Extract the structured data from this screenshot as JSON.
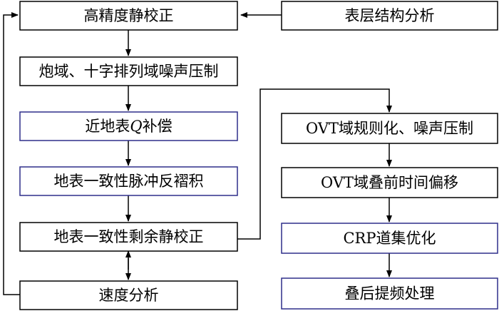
{
  "nodes": {
    "static_correction": "高精度静校正",
    "surface_structure": "表层结构分析",
    "noise_suppression": "炮域、十字排列域噪声压制",
    "q_compensation_prefix": "近地表",
    "q_compensation_symbol": "Q",
    "q_compensation_suffix": "补偿",
    "surface_deconvolution": "地表一致性脉冲反褶积",
    "residual_static": "地表一致性剩余静校正",
    "velocity_analysis": "速度分析",
    "ovt_regularization": "OVT域规则化、噪声压制",
    "ovt_migration": "OVT域叠前时间偏移",
    "crp_optimization": "CRP道集优化",
    "post_stack_processing": "叠后提频处理"
  },
  "colors": {
    "black_border": "#000000",
    "blue_border": "#2e2e8a",
    "connector": "#000000",
    "text": "#000000"
  }
}
